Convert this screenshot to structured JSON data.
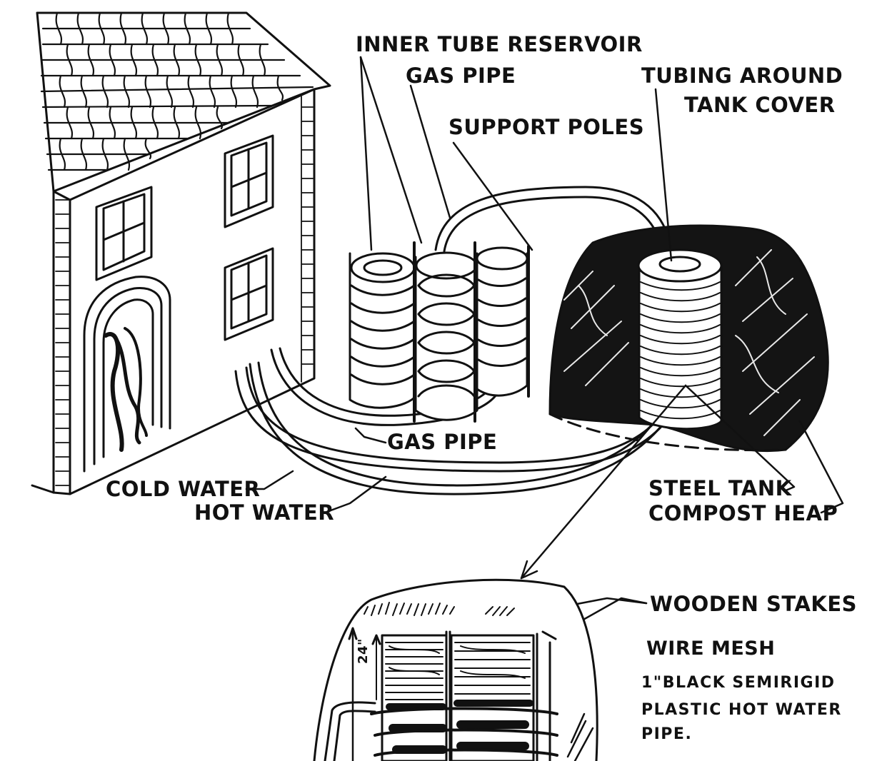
{
  "labels": {
    "inner_tube_reservoir": "INNER TUBE RESERVOIR",
    "gas_pipe_top": "GAS PIPE",
    "tubing_around_line1": "TUBING AROUND",
    "tubing_around_line2": "TANK COVER",
    "support_poles": "SUPPORT POLES",
    "gas_pipe_bottom": "GAS PIPE",
    "cold_water": "COLD WATER",
    "hot_water": "HOT WATER",
    "steel_tank": "STEEL TANK",
    "compost_heap": "COMPOST HEAP",
    "wooden_stakes": "WOODEN STAKES",
    "wire_mesh": "WIRE MESH",
    "pipe_line1": "1\"BLACK SEMIRIGID",
    "pipe_line2": "PLASTIC HOT WATER",
    "pipe_line3": "PIPE.",
    "height_dim": "24\""
  }
}
